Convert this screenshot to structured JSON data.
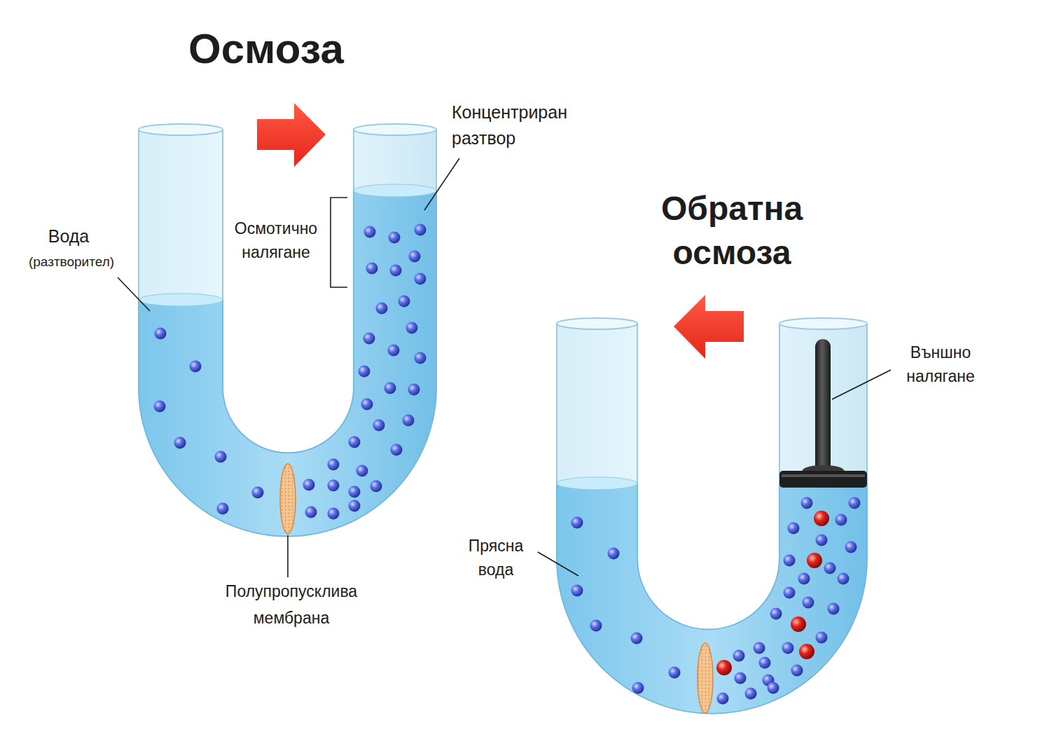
{
  "diagram": {
    "labels": [
      "Осмоза",
      "Обратна осмоза",
      "Вода",
      "(разтворител)",
      "Концентриран разтвор",
      "Осмотично налягане",
      "Полупропусклива мембрана",
      "Прясна вода",
      "Външно налягане"
    ]
  }
}
